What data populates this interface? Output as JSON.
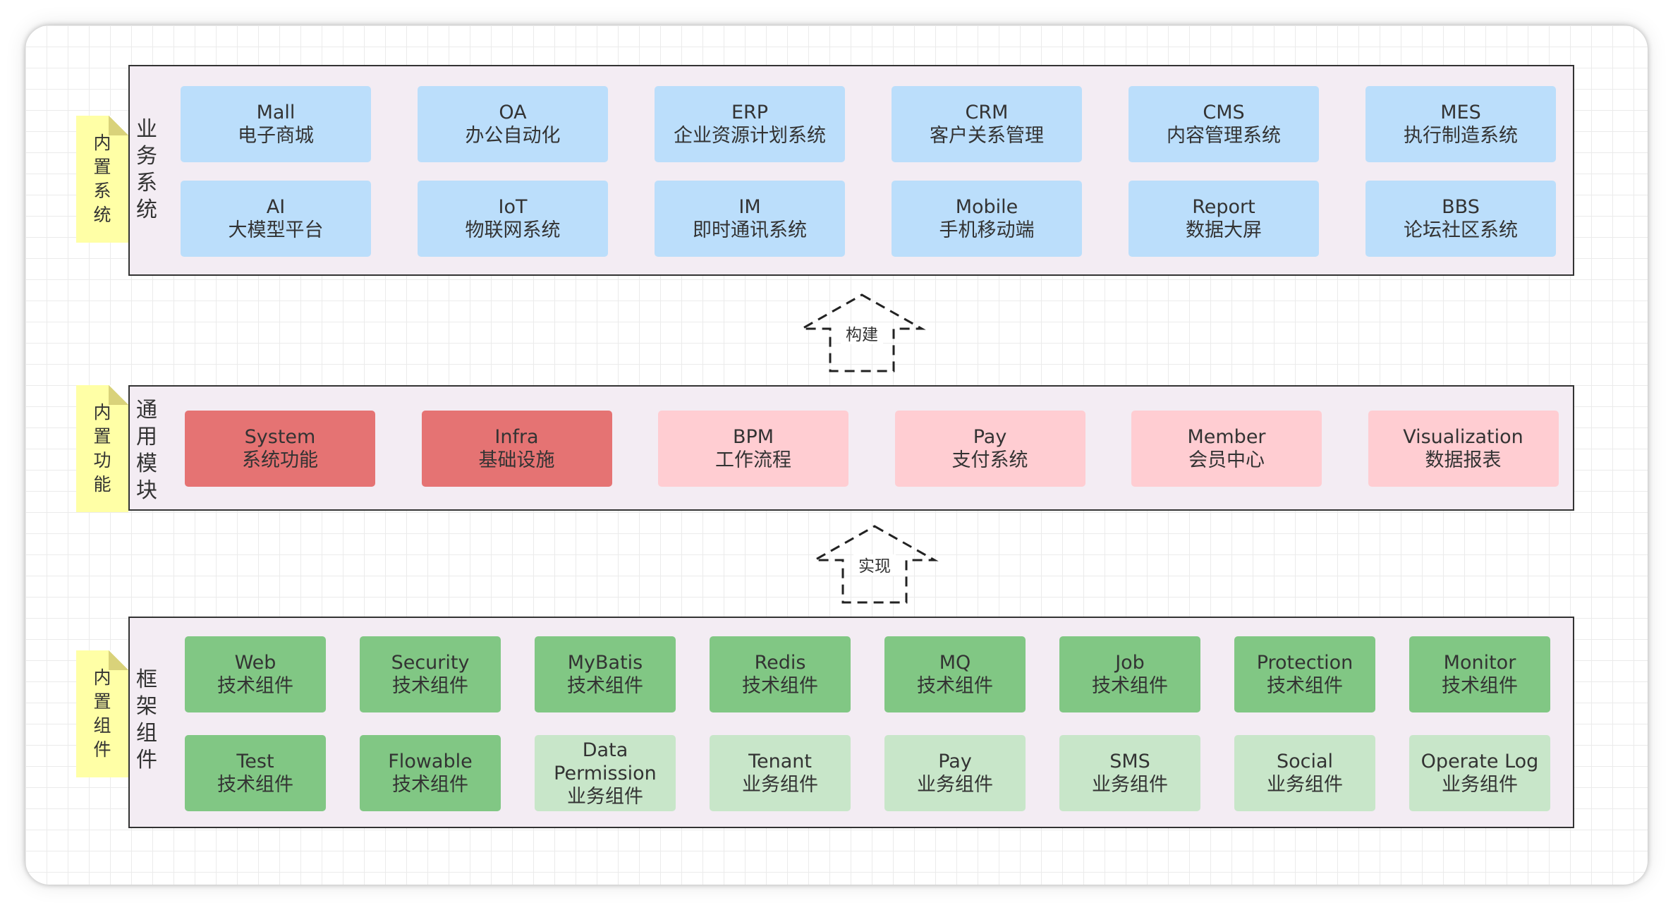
{
  "colors": {
    "biz": "#bbdefb",
    "func_dark": "#e57373",
    "func_light": "#ffcdd2",
    "comp_dark": "#81c784",
    "comp_light": "#c8e6c9",
    "note": "#ffffa6",
    "layer_fill": "#f3ecf3"
  },
  "business": {
    "note": [
      "内",
      "置",
      "系",
      "统"
    ],
    "label": [
      "业",
      "务",
      "系",
      "统"
    ],
    "tiles": [
      {
        "en": "Mall",
        "zh": "电子商城"
      },
      {
        "en": "OA",
        "zh": "办公自动化"
      },
      {
        "en": "ERP",
        "zh": "企业资源计划系统"
      },
      {
        "en": "CRM",
        "zh": "客户关系管理"
      },
      {
        "en": "CMS",
        "zh": "内容管理系统"
      },
      {
        "en": "MES",
        "zh": "执行制造系统"
      },
      {
        "en": "AI",
        "zh": "大模型平台"
      },
      {
        "en": "IoT",
        "zh": "物联网系统"
      },
      {
        "en": "IM",
        "zh": "即时通讯系统"
      },
      {
        "en": "Mobile",
        "zh": "手机移动端"
      },
      {
        "en": "Report",
        "zh": "数据大屏"
      },
      {
        "en": "BBS",
        "zh": "论坛社区系统"
      }
    ]
  },
  "arrows": {
    "build": "构建",
    "implement": "实现"
  },
  "functions": {
    "note": [
      "内",
      "置",
      "功",
      "能"
    ],
    "label": [
      "通",
      "用",
      "模",
      "块"
    ],
    "tiles": [
      {
        "en": "System",
        "zh": "系统功能",
        "tone": "dark"
      },
      {
        "en": "Infra",
        "zh": "基础设施",
        "tone": "dark"
      },
      {
        "en": "BPM",
        "zh": "工作流程",
        "tone": "light"
      },
      {
        "en": "Pay",
        "zh": "支付系统",
        "tone": "light"
      },
      {
        "en": "Member",
        "zh": "会员中心",
        "tone": "light"
      },
      {
        "en": "Visualization",
        "zh": "数据报表",
        "tone": "light"
      }
    ]
  },
  "components": {
    "note": [
      "内",
      "置",
      "组",
      "件"
    ],
    "label": [
      "框",
      "架",
      "组",
      "件"
    ],
    "tiles": [
      {
        "en": "Web",
        "zh": "技术组件",
        "tone": "dark"
      },
      {
        "en": "Security",
        "zh": "技术组件",
        "tone": "dark"
      },
      {
        "en": "MyBatis",
        "zh": "技术组件",
        "tone": "dark"
      },
      {
        "en": "Redis",
        "zh": "技术组件",
        "tone": "dark"
      },
      {
        "en": "MQ",
        "zh": "技术组件",
        "tone": "dark"
      },
      {
        "en": "Job",
        "zh": "技术组件",
        "tone": "dark"
      },
      {
        "en": "Protection",
        "zh": "技术组件",
        "tone": "dark"
      },
      {
        "en": "Monitor",
        "zh": "技术组件",
        "tone": "dark"
      },
      {
        "en": "Test",
        "zh": "技术组件",
        "tone": "dark"
      },
      {
        "en": "Flowable",
        "zh": "技术组件",
        "tone": "dark"
      },
      {
        "en": "Data\nPermission",
        "zh": "业务组件",
        "tone": "light"
      },
      {
        "en": "Tenant",
        "zh": "业务组件",
        "tone": "light"
      },
      {
        "en": "Pay",
        "zh": "业务组件",
        "tone": "light"
      },
      {
        "en": "SMS",
        "zh": "业务组件",
        "tone": "light"
      },
      {
        "en": "Social",
        "zh": "业务组件",
        "tone": "light"
      },
      {
        "en": "Operate Log",
        "zh": "业务组件",
        "tone": "light"
      }
    ]
  }
}
